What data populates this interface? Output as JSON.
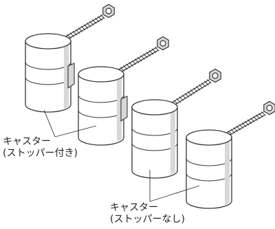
{
  "labels": {
    "caster_with_stopper": {
      "line1": "キャスター",
      "line2": "(ストッパー付き)"
    },
    "caster_without_stopper": {
      "line1": "キャスター",
      "line2": "(ストッパーなし)"
    }
  },
  "casters": [
    {
      "name": "caster-with-stopper-1",
      "stopper": true
    },
    {
      "name": "caster-with-stopper-2",
      "stopper": true
    },
    {
      "name": "caster-without-stopper-1",
      "stopper": false
    },
    {
      "name": "caster-without-stopper-2",
      "stopper": false
    }
  ],
  "colors": {
    "line": "#333333",
    "fill": "#ffffff",
    "shade": "#d8d8d8"
  }
}
